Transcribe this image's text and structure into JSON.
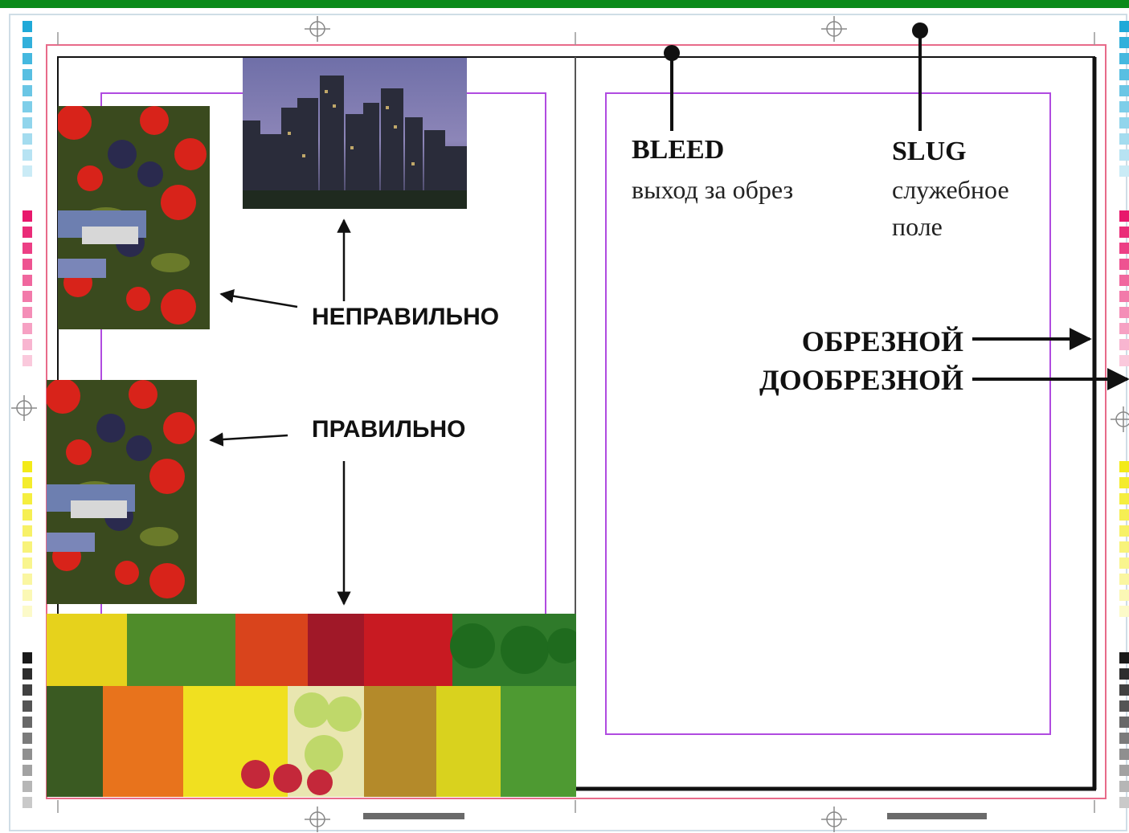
{
  "labels": {
    "bleed_title": "BLEED",
    "bleed_sub": "выход за обрез",
    "slug_title": "SLUG",
    "slug_sub_line1": "служебное",
    "slug_sub_line2": "поле",
    "wrong": "НЕПРАВИЛЬНО",
    "right": "ПРАВИЛЬНО",
    "trim": "ОБРЕЗНОЙ",
    "pretrim": "ДООБРЕЗНОЙ"
  },
  "colors": {
    "slug_frame": "#e86b8a",
    "margin_frame": "#b04be0",
    "trim_frame": "#111111",
    "cyan": "#1fa9d8",
    "magenta": "#e8186c",
    "yellow": "#f3ea18",
    "black": "#1a1a1a",
    "top_band": "#0a8a1a"
  },
  "icons": [
    "registration-mark-icon",
    "arrow-icon",
    "pointer-dot-icon",
    "color-bar-icon"
  ]
}
